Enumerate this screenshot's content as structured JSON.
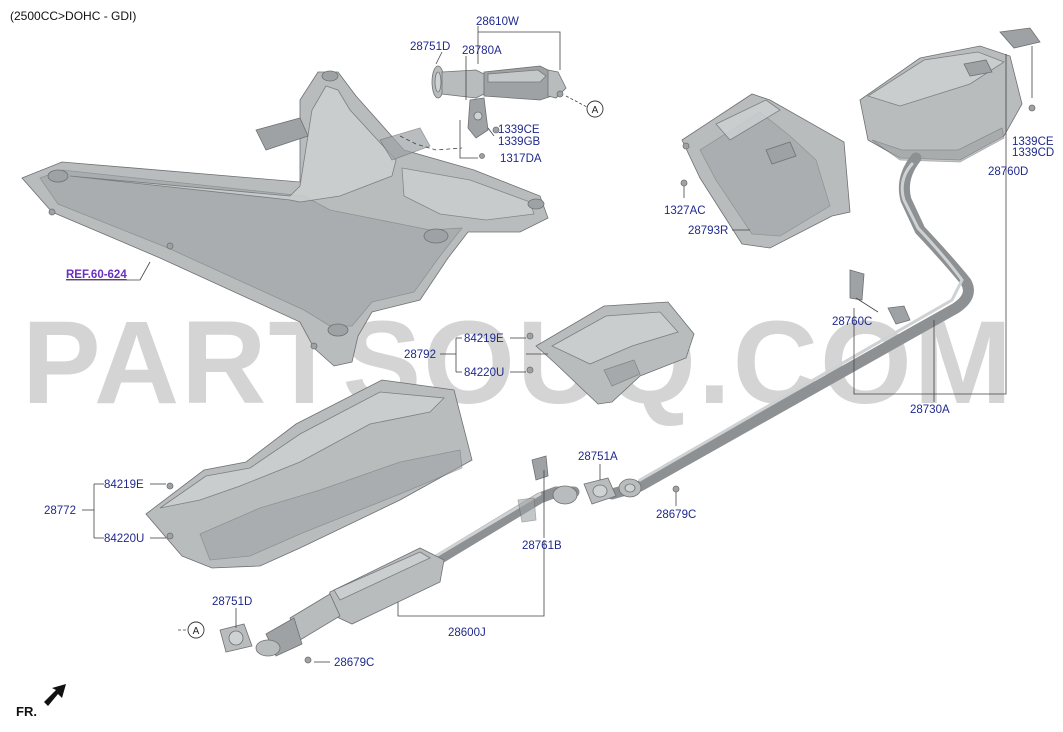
{
  "header": {
    "engine_label": "(2500CC>DOHC - GDI)"
  },
  "reference": {
    "label": "REF.60-624"
  },
  "watermark": {
    "text": "PARTSOUQ.COM"
  },
  "orientation": {
    "label": "FR."
  },
  "callouts": {
    "ref_a_top": "A",
    "ref_a_bottom": "A"
  },
  "parts": {
    "p28610W": "28610W",
    "p28751D_top": "28751D",
    "p28780A": "28780A",
    "p1339CE_top": "1339CE",
    "p1339GB": "1339GB",
    "p1317DA": "1317DA",
    "p1327AC": "1327AC",
    "p28793R": "28793R",
    "p1339CE_right": "1339CE",
    "p1339CD": "1339CD",
    "p28760D": "28760D",
    "p28760C": "28760C",
    "p28730A": "28730A",
    "p84219E_mid": "84219E",
    "p28792": "28792",
    "p84220U_mid": "84220U",
    "p84219E_low": "84219E",
    "p28772": "28772",
    "p84220U_low": "84220U",
    "p28751A": "28751A",
    "p28679C_right": "28679C",
    "p28761B": "28761B",
    "p28751D_bottom": "28751D",
    "p28600J": "28600J",
    "p28679C_bottom": "28679C"
  }
}
